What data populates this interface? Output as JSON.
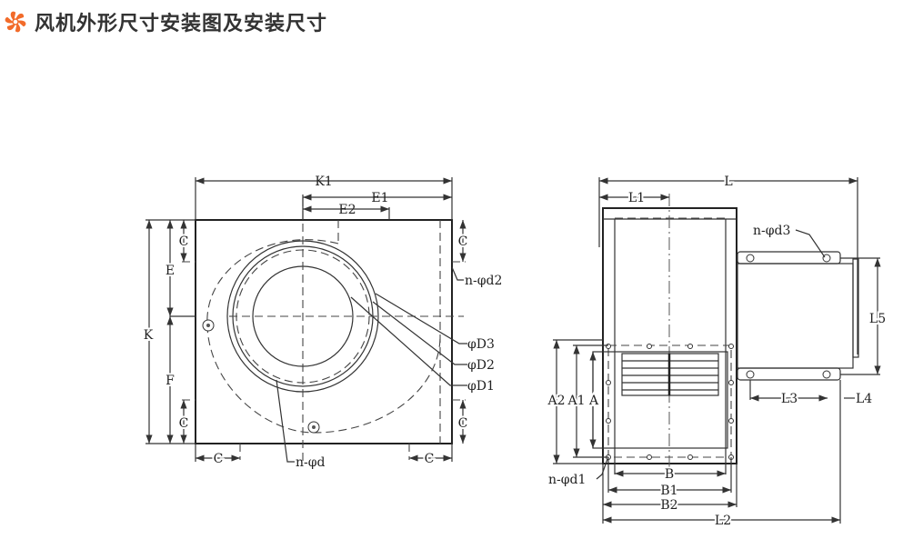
{
  "header": {
    "title": "风机外形尺寸安装图及安装尺寸",
    "icon": "fan-icon",
    "icon_color": "#f26b2a"
  },
  "front_view": {
    "labels": {
      "K1": "K1",
      "E1": "E1",
      "E2": "E2",
      "K": "K",
      "E": "E",
      "F": "F",
      "C": "C",
      "n_d2": "n-φd2",
      "D3": "φD3",
      "D2": "φD2",
      "D1": "φD1",
      "n_d": "n-φd"
    }
  },
  "side_view": {
    "labels": {
      "L": "L",
      "L1": "L1",
      "L2": "L2",
      "L3": "L3",
      "L4": "L4",
      "L5": "L5",
      "A": "A",
      "A1": "A1",
      "A2": "A2",
      "B": "B",
      "B1": "B1",
      "B2": "B2",
      "n_d1": "n-φd1",
      "n_d3": "n-φd3"
    }
  }
}
